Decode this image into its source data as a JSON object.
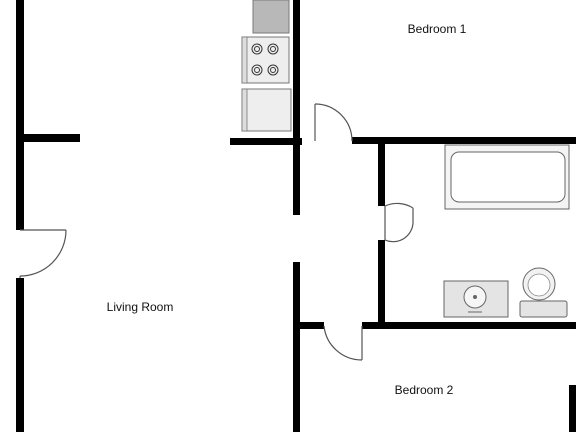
{
  "rooms": {
    "bedroom_1": "Bedroom 1",
    "living_room": "Living Room",
    "bedroom_2": "Bedroom 2"
  },
  "colors": {
    "wall": "#000000",
    "fixture_line": "#555555",
    "counter": "#b8b8b8",
    "appliance": "#eeeeee",
    "fixture_fill": "#e4e4e4",
    "background": "#ffffff"
  }
}
